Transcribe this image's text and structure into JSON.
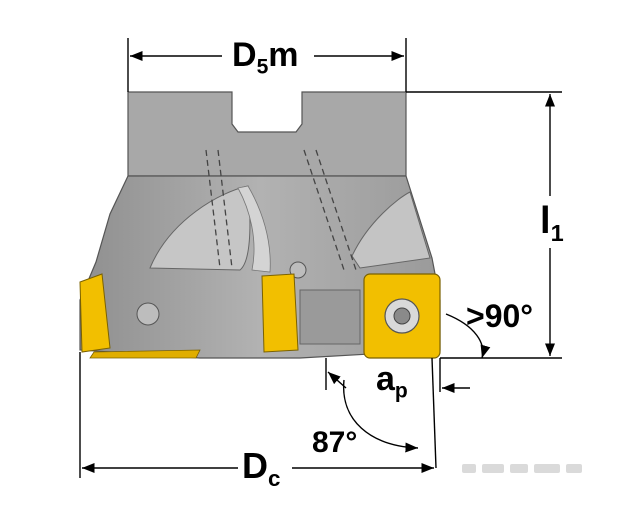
{
  "labels": {
    "d5m": "D5m",
    "d5m_main": "D",
    "d5m_sub": "5",
    "d5m_tail": "m",
    "l1_main": "l",
    "l1_sub": "1",
    "angle_lead": ">90°",
    "ap_main": "a",
    "ap_sub": "p",
    "angle_insert": "87°",
    "dc_main": "D",
    "dc_sub": "c"
  },
  "colors": {
    "body": "#a3a3a3",
    "body_light": "#c2c2c2",
    "body_dark": "#7e7e7e",
    "insert": "#f2bf00",
    "insert_dark": "#c99a00",
    "line": "#000000"
  }
}
